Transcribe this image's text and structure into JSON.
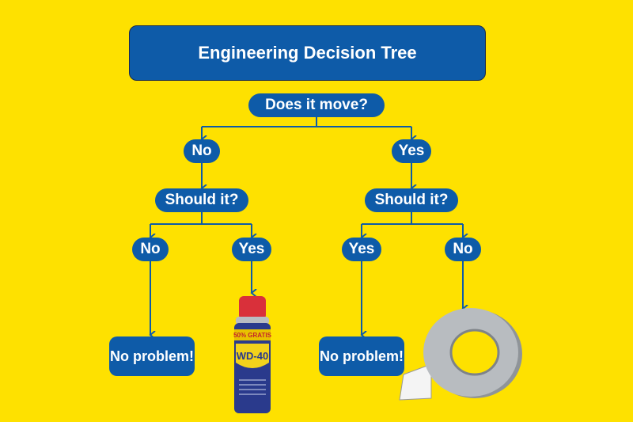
{
  "title": "Engineering Decision Tree",
  "root": "Does it move?",
  "left": {
    "answer": "No",
    "question": "Should it?",
    "no": "No",
    "yes": "Yes",
    "no_result": "No problem!",
    "yes_result_image": "wd40-can"
  },
  "right": {
    "answer": "Yes",
    "question": "Should it?",
    "yes": "Yes",
    "no": "No",
    "yes_result": "No problem!",
    "no_result_image": "duct-tape"
  },
  "wd40_logo_text": "WD-40",
  "wd40_promo_text": "50% GRATIS",
  "colors": {
    "background": "#FEE100",
    "node": "#0E5BA8"
  }
}
